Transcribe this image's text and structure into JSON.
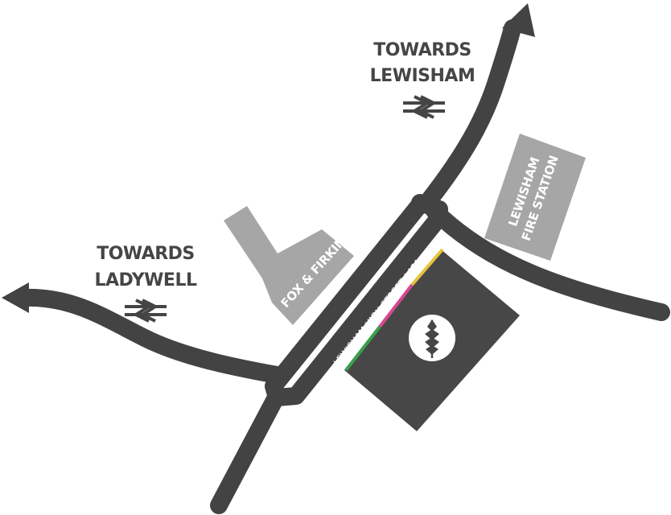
{
  "map": {
    "labels": {
      "towards_lewisham_line1": "TOWARDS",
      "towards_lewisham_line2": "LEWISHAM",
      "towards_ladywell_line1": "TOWARDS",
      "towards_ladywell_line2": "LADYWELL",
      "fox_firkin": "FOX & FIRKIN",
      "fire_station_line1": "LEWISHAM",
      "fire_station_line2": "FIRE STATION",
      "high_street": "LEWISHAM HIGH STREET / A21"
    },
    "icons": {
      "rail_north": "national-rail-icon",
      "rail_west": "national-rail-icon",
      "venue": "wheat-logo-icon",
      "arrow_north": "arrow-up-icon",
      "arrow_west": "arrow-left-icon"
    },
    "colors": {
      "road": "#434343",
      "building": "#a6a6a6",
      "venue": "#474747",
      "label": "#454545",
      "accent_yellow": "#e8c23a",
      "accent_pink": "#d9478f",
      "accent_green": "#3aa04a"
    }
  }
}
